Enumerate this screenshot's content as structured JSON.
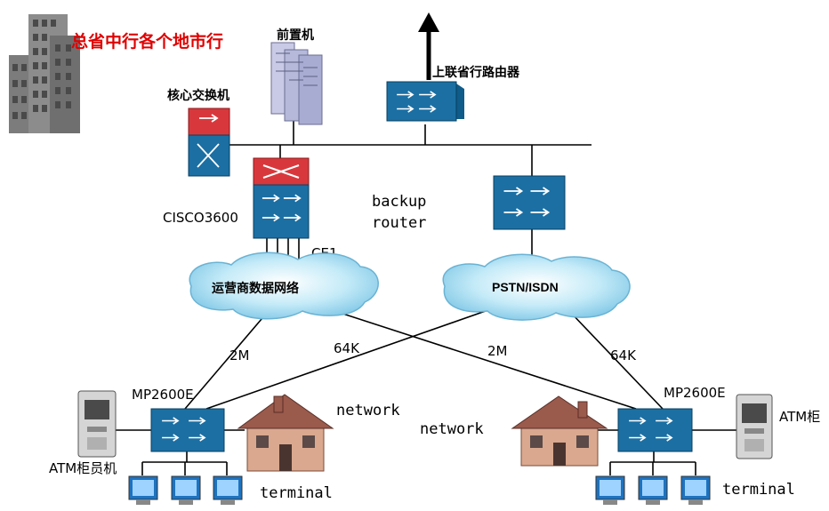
{
  "labels": {
    "hq_title": "总省中行各个地市行",
    "server": "前置机",
    "core_switch": "核心交换机",
    "upper_router": "上联省行路由器",
    "cisco": "CISCO3600",
    "ce1": "CE1",
    "backup_router": "backup\nrouter",
    "cloud_left": "运营商数据网络",
    "cloud_right": "PSTN/ISDN",
    "link_2m_left": "2M",
    "link_64k_left": "64K",
    "link_2m_right": "2M",
    "link_64k_right": "64K",
    "mp_left": "MP2600E",
    "mp_right": "MP2600E",
    "atm_left": "ATM柜员机",
    "atm_right": "ATM柜",
    "network_left": "network",
    "network_right": "network",
    "terminal_left": "terminal",
    "terminal_right": "terminal"
  },
  "colors": {
    "router_blue": "#1b6fa3",
    "router_red": "#d8383c",
    "cloud": "#9fd8ef",
    "building": "#8a8a8a",
    "house_wall": "#d9a88f",
    "house_roof": "#9a5a4c",
    "title_red": "#e00000"
  }
}
